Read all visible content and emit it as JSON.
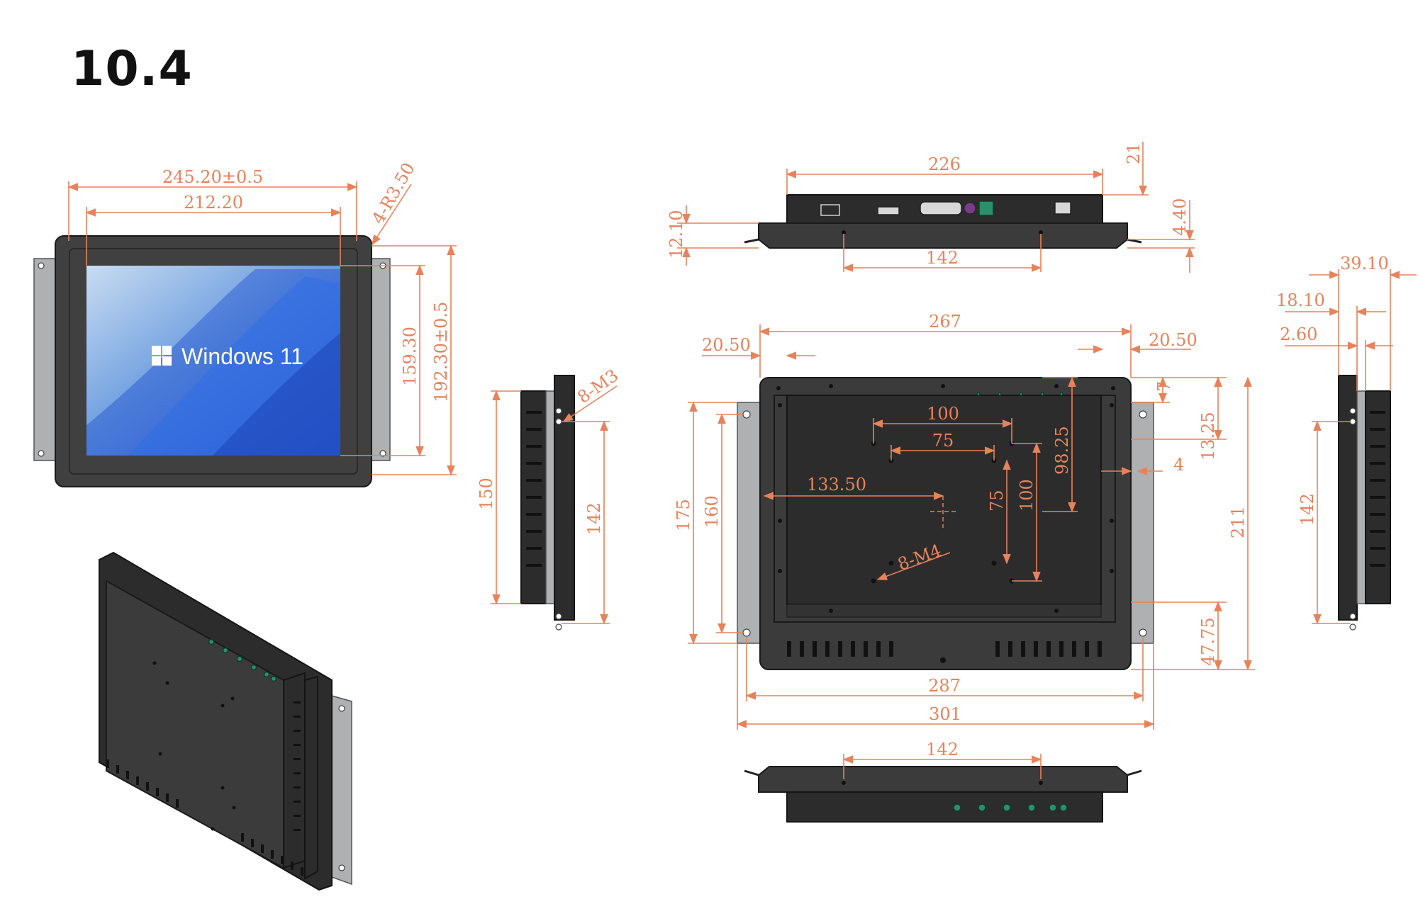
{
  "title": "10.4",
  "screen": {
    "os_label": "Windows 11"
  },
  "front_view": {
    "width": "245.20±0.5",
    "inner_width": "212.20",
    "corner": "4-R3.50",
    "inner_height": "159.30",
    "height": "192.30±0.5"
  },
  "top_view": {
    "width": "226",
    "depth": "21",
    "thickness": "12.10",
    "flange": "4.40",
    "hole_spacing": "142"
  },
  "side_view_left": {
    "bracket_holes": "8-M3",
    "bracket_length": "150",
    "hole_spacing": "142"
  },
  "rear_view": {
    "width": "267",
    "left_offset": "20.50",
    "right_offset": "20.50",
    "vesa_large": "100",
    "vesa_small": "75",
    "center_offset": "133.50",
    "vesa_small_v": "75",
    "vesa_large_v": "100",
    "top_to_vesa": "98.25",
    "edge_7": "7",
    "edge_13": "13.25",
    "edge_4": "4",
    "height_total": "211",
    "bottom_offset": "47.75",
    "mount_holes": "8-M4",
    "bracket_h_outer": "175",
    "bracket_h_inner": "160",
    "bracket_width": "287",
    "overall_width": "301"
  },
  "bottom_view": {
    "hole_spacing": "142"
  },
  "side_view_right": {
    "depth": "39.10",
    "mid": "18.10",
    "small": "2.60",
    "hole_spacing": "142"
  }
}
